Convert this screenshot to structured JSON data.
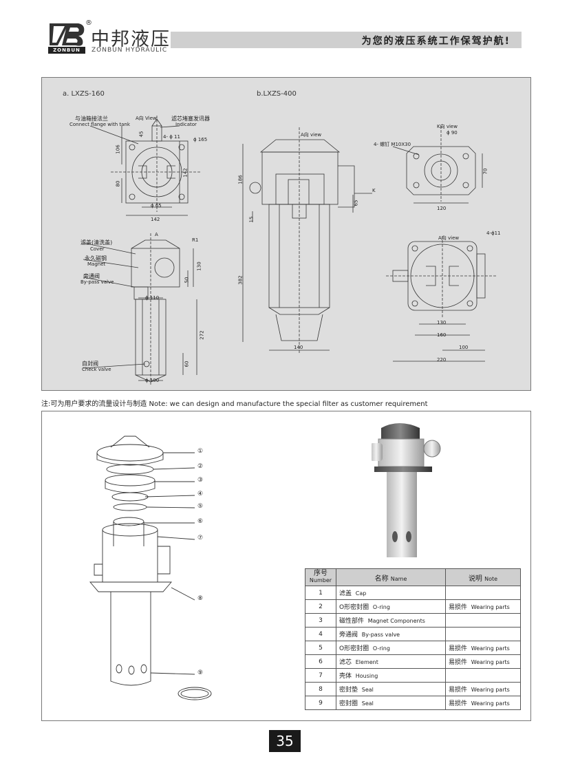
{
  "header": {
    "logo_letters": "ZB",
    "logo_tag": "ZONBUN",
    "registered": "®",
    "brand_cn": "中邦液压",
    "brand_en": "ZONBUN HYDRAULIC",
    "slogan": "为您的液压系统工作保驾护航!"
  },
  "drawing_a": {
    "title": "a. LXZS-160",
    "labels": {
      "flange_cn": "与油箱接法兰",
      "flange_en": "Connect flange with tank",
      "view_a": "A向  View",
      "indicator_cn": "滤芯堵塞发讯器",
      "indicator_en": "Indicator",
      "cover_cn": "滤盖(清洗盖)",
      "cover_en": "Cover",
      "magnet_cn": "永久磁钢",
      "magnet_en": "Magnet",
      "bypass_cn": "旁通阀",
      "bypass_en": "By-pass valve",
      "check_cn": "自封阀",
      "check_en": "Check valve",
      "a_mark": "A"
    },
    "dims": {
      "d106": "106",
      "d45": "45",
      "d80": "80",
      "d142v": "142",
      "holes": "4- ϕ 11",
      "phi165": "ϕ 165",
      "phi65": "ϕ 65",
      "d142h": "142",
      "r81": "R1",
      "d130": "130",
      "d50": "50",
      "phi110": "ϕ 110",
      "d272": "272",
      "d60": "60",
      "phi100": "ϕ 100"
    }
  },
  "drawing_b": {
    "title": "b.LXZS-400",
    "labels": {
      "view_a": "A向  view",
      "view_k": "K向  view",
      "view_a2": "A向  view",
      "bolt": "4- 螺钉  M10X30",
      "k_mark": "K"
    },
    "dims": {
      "d186": "186",
      "d15": "15",
      "d382": "382",
      "d140": "140",
      "d65": "65",
      "phi90": "ϕ 90",
      "d70": "70",
      "d120": "120",
      "holes": "4-ϕ11",
      "d130": "130",
      "d160": "160",
      "d100": "100",
      "d220": "220"
    }
  },
  "note": "注:可为用户要求的流量设计与制造  Note: we can design and manufacture the special filter as customer requirement",
  "callouts": [
    "①",
    "②",
    "③",
    "④",
    "⑤",
    "⑥",
    "⑦",
    "⑧",
    "⑨"
  ],
  "table": {
    "headers": {
      "no_cn": "序号",
      "no_en": "Number",
      "name_cn": "名称",
      "name_en": "Name",
      "note_cn": "说明",
      "note_en": "Note"
    },
    "rows": [
      {
        "no": "1",
        "cn": "滤盖",
        "en": "Cap",
        "note_cn": "",
        "note_en": ""
      },
      {
        "no": "2",
        "cn": "O形密封圈",
        "en": "O-ring",
        "note_cn": "易损件",
        "note_en": "Wearing parts"
      },
      {
        "no": "3",
        "cn": "磁性部件",
        "en": "Magnet Components",
        "note_cn": "",
        "note_en": ""
      },
      {
        "no": "4",
        "cn": "旁通阀",
        "en": "By-pass valve",
        "note_cn": "",
        "note_en": ""
      },
      {
        "no": "5",
        "cn": "O形密封圈",
        "en": "O-ring",
        "note_cn": "易损件",
        "note_en": "Wearing parts"
      },
      {
        "no": "6",
        "cn": "滤芯",
        "en": "Element",
        "note_cn": "易损件",
        "note_en": "Wearing parts"
      },
      {
        "no": "7",
        "cn": "壳体",
        "en": "Housing",
        "note_cn": "",
        "note_en": ""
      },
      {
        "no": "8",
        "cn": "密封垫",
        "en": "Seal",
        "note_cn": "易损件",
        "note_en": "Wearing parts"
      },
      {
        "no": "9",
        "cn": "密封圈",
        "en": "Seal",
        "note_cn": "易损件",
        "note_en": "Wearing parts"
      }
    ]
  },
  "page_number": "35"
}
